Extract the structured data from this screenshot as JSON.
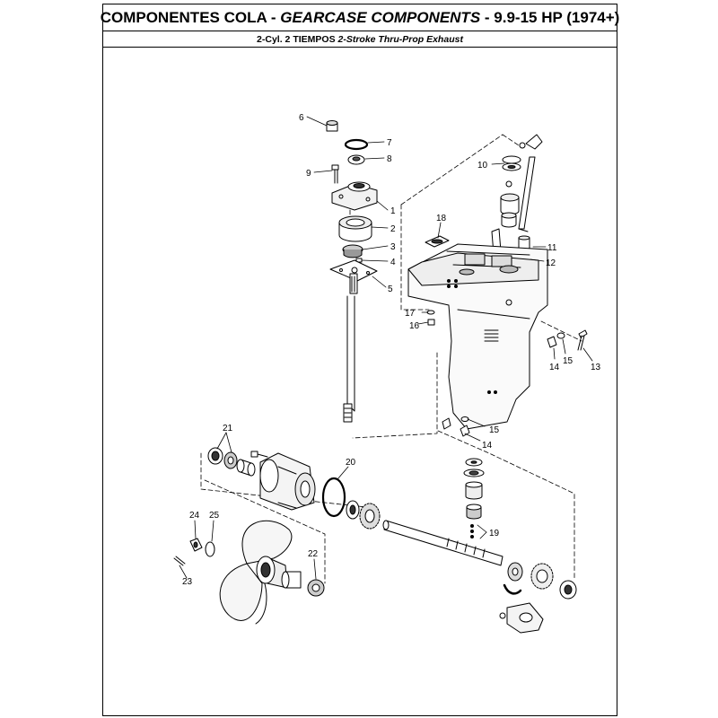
{
  "header": {
    "title_part1": "COMPONENTES COLA -",
    "title_part2": "GEARCASE COMPONENTS",
    "title_part3": "- 9.9-15 HP (1974+)",
    "subtitle_part1": "2-Cyl. 2 TIEMPOS",
    "subtitle_part2": "2-Stroke Thru-Prop Exhaust"
  },
  "callouts": {
    "c1": "1",
    "c2": "2",
    "c3": "3",
    "c4": "4",
    "c5": "5",
    "c6": "6",
    "c7": "7",
    "c8": "8",
    "c9": "9",
    "c10": "10",
    "c11": "11",
    "c12": "12",
    "c13": "13",
    "c14a": "14",
    "c14b": "14",
    "c15a": "15",
    "c15b": "15",
    "c16": "16",
    "c17": "17",
    "c18": "18",
    "c19": "19",
    "c20": "20",
    "c21": "21",
    "c22": "22",
    "c23": "23",
    "c24": "24",
    "c25": "25"
  }
}
